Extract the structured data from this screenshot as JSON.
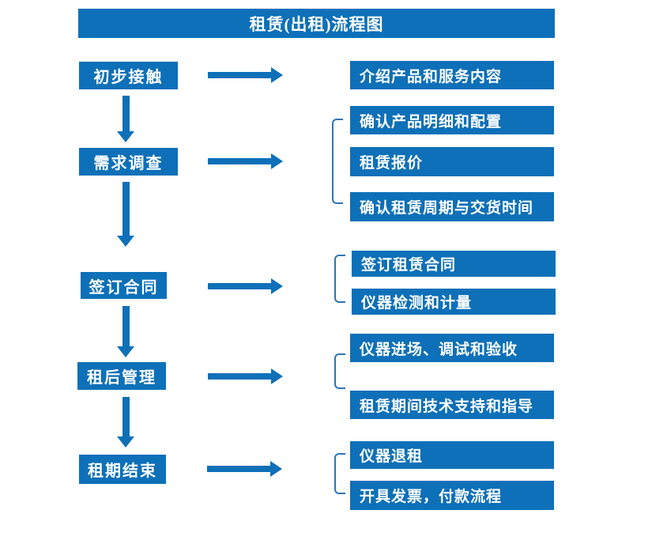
{
  "title": "租赁(出租)流程图",
  "colors": {
    "primary_blue": "#0d70b8",
    "bracket_blue": "#2e75b6",
    "text": "#ffffff",
    "background": "#ffffff"
  },
  "flow": {
    "steps": [
      {
        "label": "初步接触",
        "details": [
          "介绍产品和服务内容"
        ]
      },
      {
        "label": "需求调查",
        "details": [
          "确认产品明细和配置",
          "租赁报价",
          "确认租赁周期与交货时间"
        ]
      },
      {
        "label": "签订合同",
        "details": [
          "签订租赁合同",
          "仪器检测和计量"
        ]
      },
      {
        "label": "租后管理",
        "details": [
          "仪器进场、调试和验收",
          "租赁期间技术支持和指导"
        ]
      },
      {
        "label": "租期结束",
        "details": [
          "仪器退租",
          "开具发票，付款流程"
        ]
      }
    ]
  }
}
